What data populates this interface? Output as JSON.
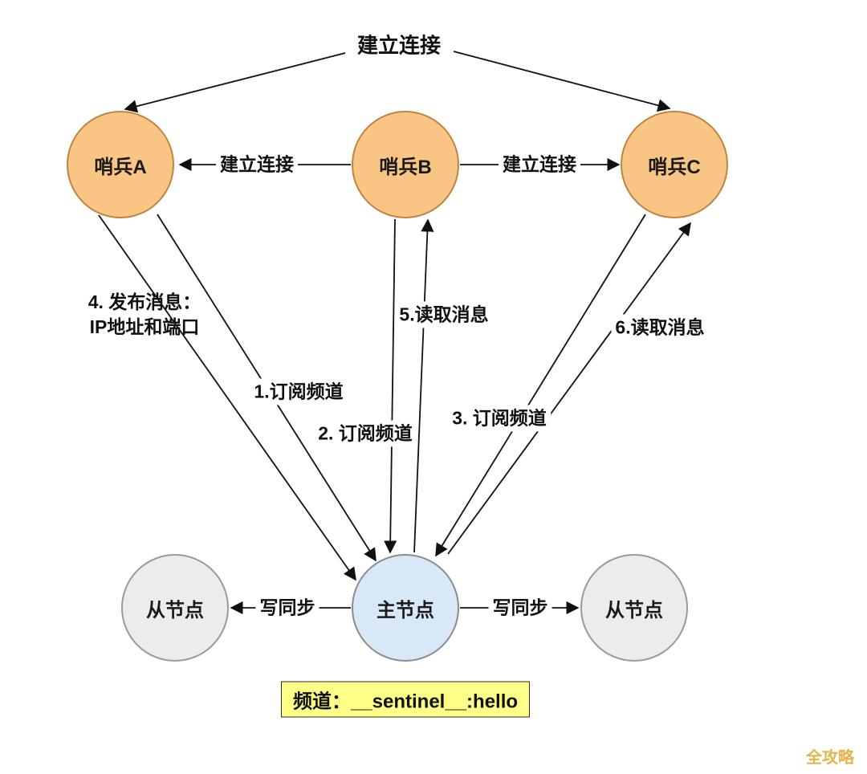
{
  "nodes": {
    "sentinel_a": {
      "label": "哨兵A"
    },
    "sentinel_b": {
      "label": "哨兵B"
    },
    "sentinel_c": {
      "label": "哨兵C"
    },
    "master": {
      "label": "主节点"
    },
    "slave_left": {
      "label": "从节点"
    },
    "slave_right": {
      "label": "从节点"
    }
  },
  "labels": {
    "establish_top": "建立连接",
    "establish_ab": "建立连接",
    "establish_bc": "建立连接",
    "publish_line1": "4. 发布消息：",
    "publish_line2": "IP地址和端口",
    "subscribe_1": "1.订阅频道",
    "subscribe_2": "2. 订阅频道",
    "subscribe_3": "3. 订阅频道",
    "read_5": "5.读取消息",
    "read_6": "6.读取消息",
    "sync_left": "写同步",
    "sync_right": "写同步"
  },
  "channel": {
    "label": "频道：__sentinel__:hello"
  },
  "watermark": "全攻略",
  "colors": {
    "sentinel_fill": "#f9c584",
    "sentinel_stroke": "#bf8540",
    "master_fill": "#d9e8f6",
    "master_stroke": "#8c8c8c",
    "slave_fill": "#ececec",
    "slave_stroke": "#9a9a9a",
    "channel_bg": "#feff86",
    "arrow_color": "#111111",
    "watermark_color": "#e4b44c"
  }
}
